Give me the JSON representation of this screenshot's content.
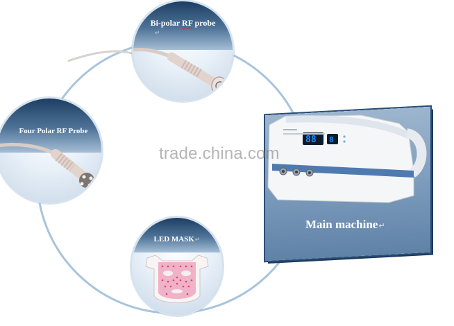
{
  "image": {
    "watermark": "trade.china.com",
    "callouts": {
      "bipolar": {
        "label_prefix": "Bi-polar ",
        "label_flagged": "RF",
        "label_suffix": " probe",
        "return_mark": "↵"
      },
      "four_polar": {
        "label": "Four Polar RF Probe"
      },
      "led_mask": {
        "label": "LED MASK",
        "return_mark": "↵"
      },
      "main_machine": {
        "label": "Main machine",
        "return_mark": "↵"
      }
    },
    "colors": {
      "ring": "#a8c4dc",
      "callout_header": "#1c3e62",
      "panel": "#7b9abb",
      "display_digits": "#1a8cff",
      "mask_leds": "#e0407a"
    }
  }
}
